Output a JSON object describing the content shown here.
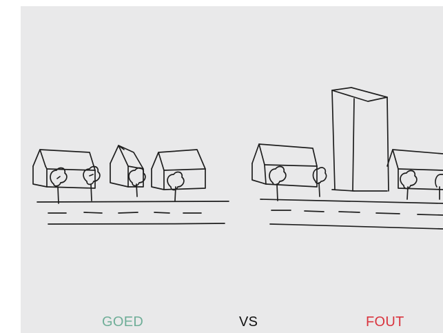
{
  "labels": {
    "good": "GOED",
    "versus": "VS",
    "bad": "FOUT"
  },
  "colors": {
    "background": "#e9e9ea",
    "good": "#6fae98",
    "bad": "#d9343e",
    "ink": "#1e1e1e"
  }
}
